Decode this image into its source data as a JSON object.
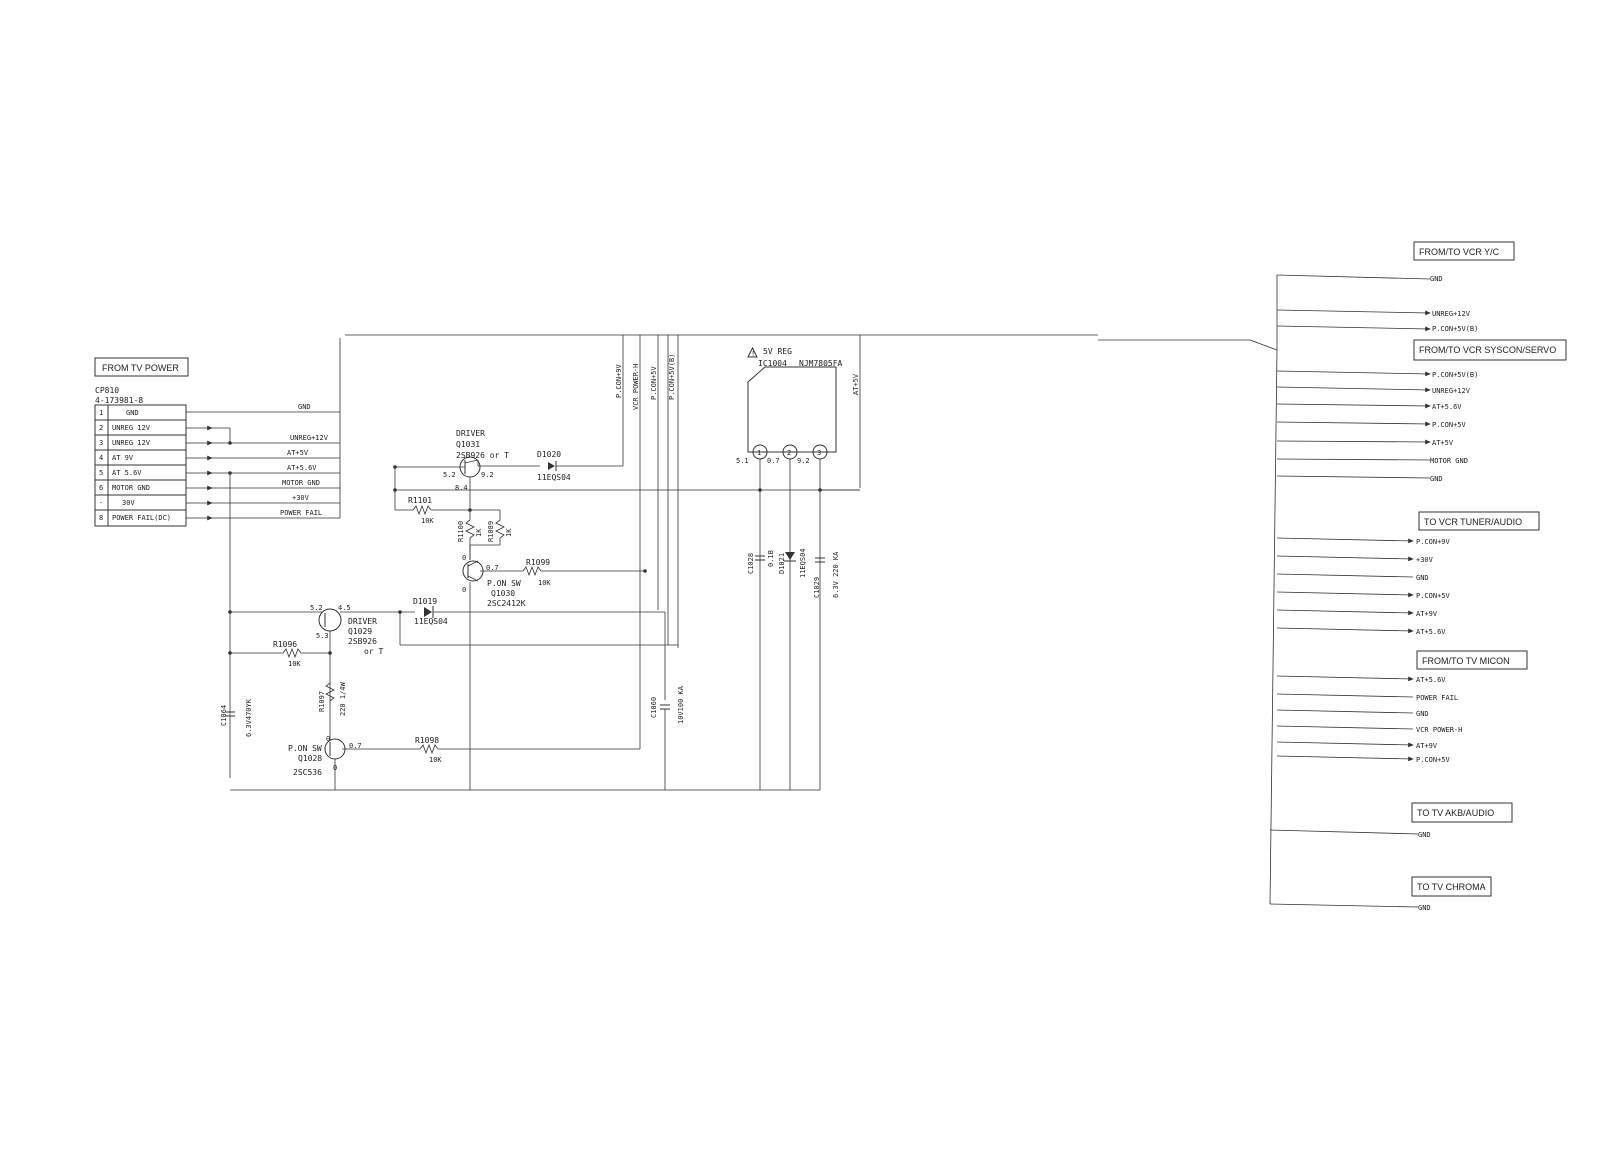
{
  "left_connector": {
    "title": "FROM TV POWER",
    "ref": "CP810",
    "part": "4-173981-8",
    "pins": [
      {
        "num": "1",
        "name": "GND"
      },
      {
        "num": "2",
        "name": "UNREG 12V"
      },
      {
        "num": "3",
        "name": "UNREG 12V"
      },
      {
        "num": "4",
        "name": "AT 9V"
      },
      {
        "num": "5",
        "name": "AT 5.6V"
      },
      {
        "num": "6",
        "name": "MOTOR GND"
      },
      {
        "num": "-",
        "name": "30V"
      },
      {
        "num": "8",
        "name": "POWER FAIL(DC)"
      }
    ]
  },
  "nets": {
    "gnd": "GND",
    "unreg": "UNREG+12V",
    "at5v": "AT+5V",
    "at56": "AT+5.6V",
    "motor": "MOTOR GND",
    "v30": "+30V",
    "pfail": "POWER FAIL"
  },
  "vertical_nets": [
    "P.CON+9V",
    "VCR POWER-H",
    "P.CON+5V",
    "P.CON+5V(B)",
    "AT+5V"
  ],
  "components": {
    "q1031": {
      "role": "DRIVER",
      "ref": "Q1031",
      "part": "2SB926 or T",
      "vb": "5.2",
      "ve": "9.2",
      "vc": "8.4"
    },
    "d1020": {
      "ref": "D1020",
      "part": "11EQS04"
    },
    "r1101": {
      "ref": "R1101",
      "val": "10K"
    },
    "r1100": {
      "ref": "R1100",
      "val": "1K"
    },
    "r1089": {
      "ref": "R1089",
      "val": "1K"
    },
    "q1030": {
      "role": "P.ON SW",
      "ref": "Q1030",
      "part": "2SC2412K",
      "v1": "0",
      "v2": "0.7",
      "v3": "0"
    },
    "r1099": {
      "ref": "R1099",
      "val": "10K"
    },
    "d1019": {
      "ref": "D1019",
      "part": "11EQS04"
    },
    "q1029": {
      "role": "DRIVER",
      "ref": "Q1029",
      "part": "2SB926",
      "alt": "or T",
      "v1": "5.2",
      "v2": "4.5",
      "v3": "5.3"
    },
    "r1096": {
      "ref": "R1096",
      "val": "10K"
    },
    "r1097": {
      "ref": "R1097",
      "val": "220 1/4W"
    },
    "c1064": {
      "ref": "C1064",
      "val": "6.3V470YK"
    },
    "q1028": {
      "role": "P.ON SW",
      "ref": "Q1028",
      "part": "2SC536",
      "v1": "0",
      "v2": "0.7",
      "v3": "0"
    },
    "r1098": {
      "ref": "R1098",
      "val": "10K"
    },
    "c1060": {
      "ref": "C1060",
      "val": "10V100 KA"
    },
    "ic1004": {
      "title": "5V REG",
      "ref": "IC1004",
      "part": "NJM7805FA",
      "pins": [
        "1",
        "2",
        "3"
      ],
      "v1": "5.1",
      "v2": "0.7",
      "v3": "9.2"
    },
    "c1028": {
      "ref": "C1028",
      "val": "0.1B"
    },
    "d1021": {
      "ref": "D1021",
      "part": "11EQS04"
    },
    "c1029": {
      "ref": "C1029",
      "val": "6.3V 220 KA"
    }
  },
  "right_groups": [
    {
      "title": "FROM/TO VCR Y/C",
      "signals": [
        "GND",
        "UNREG+12V",
        "P.CON+5V(B)"
      ]
    },
    {
      "title": "FROM/TO VCR SYSCON/SERVO",
      "signals": [
        "P.CON+5V(B)",
        "UNREG+12V",
        "AT+5.6V",
        "P.CON+5V",
        "AT+5V",
        "MOTOR GND",
        "GND"
      ]
    },
    {
      "title": "TO VCR TUNER/AUDIO",
      "signals": [
        "P.CON+9V",
        "+30V",
        "GND",
        "P.CON+5V",
        "AT+9V",
        "AT+5.6V"
      ]
    },
    {
      "title": "FROM/TO TV MICON",
      "signals": [
        "AT+5.6V",
        "POWER FAIL",
        "GND",
        "VCR POWER-H",
        "AT+9V",
        "P.CON+5V"
      ]
    },
    {
      "title": "TO TV AKB/AUDIO",
      "signals": [
        "GND"
      ]
    },
    {
      "title": "TO TV CHROMA",
      "signals": [
        "GND"
      ]
    }
  ]
}
